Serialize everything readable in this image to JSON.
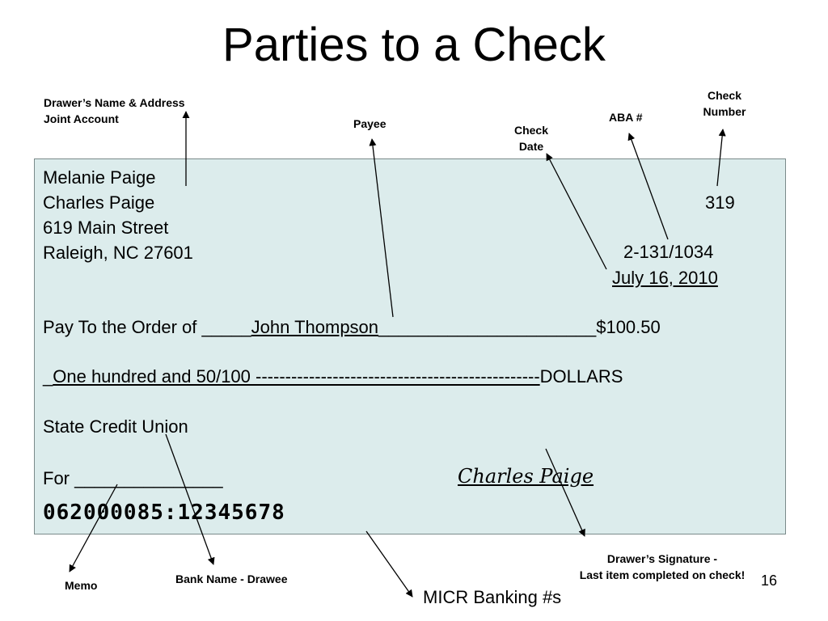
{
  "slide": {
    "title": "Parties to a Check",
    "page_number": "16"
  },
  "labels": {
    "drawer_name_line1": "Drawer’s Name & Address",
    "drawer_name_line2": "Joint Account",
    "payee": "Payee",
    "check_date_line1": "Check",
    "check_date_line2": "Date",
    "aba": "ABA #",
    "check_number_line1": "Check",
    "check_number_line2": "Number",
    "memo": "Memo",
    "bank_name": "Bank Name - Drawee",
    "micr": "MICR Banking #s",
    "signature_line1": "Drawer’s Signature  -",
    "signature_line2": "Last item completed on check!"
  },
  "check": {
    "name1": "Melanie Paige",
    "name2": "Charles Paige",
    "street": "619 Main Street",
    "city": "Raleigh, NC 27601",
    "number": "319",
    "aba": "2-131/1034",
    "date": "July 16, 2010",
    "pay_prefix": "Pay To the Order of _____",
    "payee": "John Thompson",
    "pay_fill": "______________________",
    "amount": "$100.50",
    "words_prefix": "_",
    "words": "One hundred and 50/100 ------------------------------------------------",
    "words_suffix": "DOLLARS",
    "bank": "State Credit Union",
    "memo_line": "For _______________",
    "signature": "Charles Paige",
    "micr": "062000085:12345678"
  },
  "colors": {
    "check_bg": "#dcecec",
    "check_border": "#7a8a8a"
  }
}
